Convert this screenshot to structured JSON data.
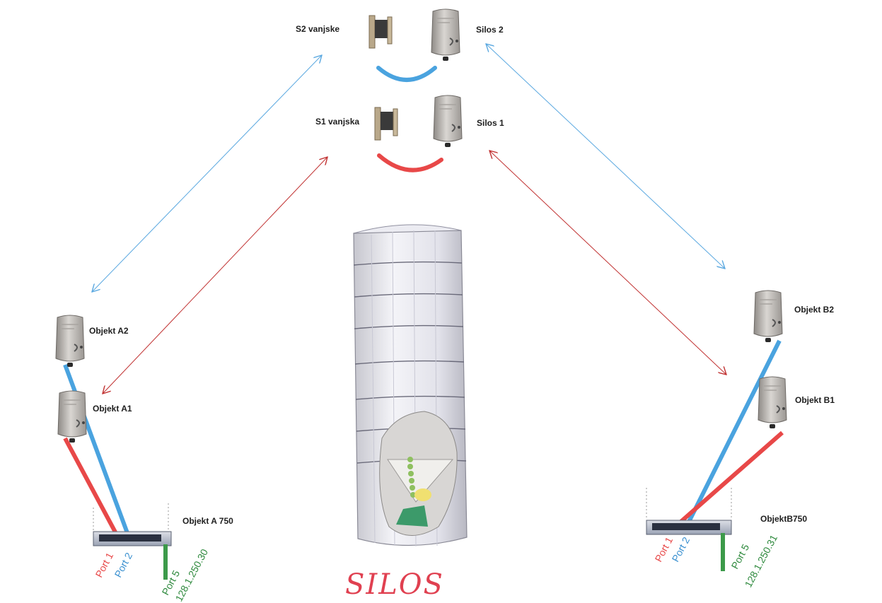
{
  "labels": {
    "s2_vanjske": "S2 vanjske",
    "silos_2": "Silos 2",
    "s1_vanjska": "S1 vanjska",
    "silos_1": "Silos 1",
    "objekt_a2": "Objekt A2",
    "objekt_a1": "Objekt A1",
    "objekt_a_750": "Objekt A 750",
    "objekt_b2": "Objekt B2",
    "objekt_b1": "Objekt B1",
    "objekt_b750": "ObjektB750",
    "handwritten_title": "SILOS"
  },
  "switch_a": {
    "port1": "Port 1",
    "port2": "Port 2",
    "port5": "Port 5",
    "ip": "128.1.250.30"
  },
  "switch_b": {
    "port1": "Port 1",
    "port2": "Port 2",
    "port5": "Port 5",
    "ip": "128.1.250.31"
  },
  "colors": {
    "link_blue": "#4aa3df",
    "link_red": "#e84848",
    "cable_green": "#3c9a4a",
    "arrow_blue": "#5aa8e0",
    "arrow_red": "#c03030"
  },
  "icons": {
    "radio": "outdoor-radio-antenna",
    "bracket": "wall-mount-bracket",
    "switch": "network-switch",
    "silo": "silo-cutaway"
  }
}
